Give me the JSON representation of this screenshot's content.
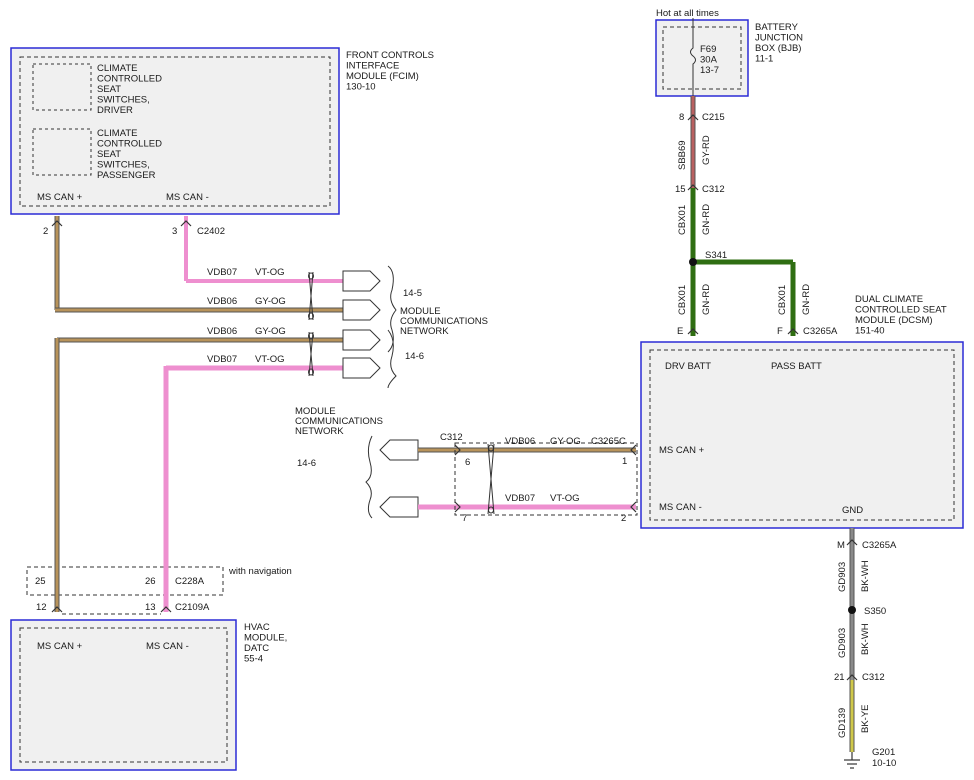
{
  "battery_supply": {
    "hot_label": "Hot at all times",
    "fuse_id": "F69",
    "fuse_rating": "30A",
    "fuse_ref": "13-7",
    "box_name": [
      "BATTERY",
      "JUNCTION",
      "BOX (BJB)"
    ],
    "box_ref": "11-1"
  },
  "fcim": {
    "name": [
      "FRONT CONTROLS",
      "INTERFACE",
      "MODULE (FCIM)"
    ],
    "ref": "130-10",
    "driver_switch": [
      "CLIMATE",
      "CONTROLLED",
      "SEAT",
      "SWITCHES,",
      "DRIVER"
    ],
    "passenger_switch": [
      "CLIMATE",
      "CONTROLLED",
      "SEAT",
      "SWITCHES,",
      "PASSENGER"
    ],
    "pin_can_plus": "MS CAN +",
    "pin_can_minus": "MS CAN -",
    "pin_2": "2",
    "pin_3": "3",
    "connector": "C2402"
  },
  "can_network_right": {
    "ref_a": "14-5",
    "name": [
      "MODULE",
      "COMMUNICATIONS",
      "NETWORK"
    ],
    "ref_b": "14-6"
  },
  "wires": {
    "vdb07_a": {
      "circuit": "VDB07",
      "color": "VT-OG"
    },
    "vdb06_a": {
      "circuit": "VDB06",
      "color": "GY-OG"
    },
    "vdb06_b": {
      "circuit": "VDB06",
      "color": "GY-OG"
    },
    "vdb07_b": {
      "circuit": "VDB07",
      "color": "VT-OG"
    },
    "vdb06_c": {
      "circuit": "VDB06",
      "color": "GY-OG"
    },
    "vdb07_c": {
      "circuit": "VDB07",
      "color": "VT-OG"
    }
  },
  "can_network_left": {
    "name": [
      "MODULE",
      "COMMUNICATIONS",
      "NETWORK"
    ],
    "ref": "14-6"
  },
  "c312_left": {
    "connector": "C312",
    "pin_6": "6",
    "pin_7": "7"
  },
  "c3265c": {
    "connector": "C3265C",
    "pin_1": "1",
    "pin_2": "2"
  },
  "power_feed": {
    "pin_8": "8",
    "c215": "C215",
    "sbb69": "SBB69",
    "sbb69_color": "GY-RD",
    "pin_15": "15",
    "c312": "C312",
    "cbx01": "CBX01",
    "cbx01_color": "GN-RD",
    "splice": "S341",
    "cbx01_e": "CBX01",
    "cbx01_e_color": "GN-RD",
    "cbx01_f": "CBX01",
    "cbx01_f_color": "GN-RD",
    "pin_e": "E",
    "pin_f": "F",
    "c3265a": "C3265A"
  },
  "dcsm": {
    "name": [
      "DUAL CLIMATE",
      "CONTROLLED SEAT",
      "MODULE (DCSM)"
    ],
    "ref": "151-40",
    "drv_batt": "DRV BATT",
    "pass_batt": "PASS BATT",
    "can_plus": "MS CAN +",
    "can_minus": "MS CAN -",
    "gnd": "GND"
  },
  "ground": {
    "pin_m": "M",
    "c3265a": "C3265A",
    "gd903_a": "GD903",
    "gd903_a_color": "BK-WH",
    "splice": "S350",
    "gd903_b": "GD903",
    "gd903_b_color": "BK-WH",
    "pin_21": "21",
    "c312": "C312",
    "gd139": "GD139",
    "gd139_color": "BK-YE",
    "g201": "G201",
    "g201_ref": "10-10"
  },
  "c228a": {
    "pin_25": "25",
    "pin_26": "26",
    "connector": "C228A",
    "note": "with navigation"
  },
  "c2109a": {
    "pin_12": "12",
    "pin_13": "13",
    "connector": "C2109A"
  },
  "hvac": {
    "name": [
      "HVAC",
      "MODULE,",
      "DATC"
    ],
    "ref": "55-4",
    "can_plus": "MS CAN +",
    "can_minus": "MS CAN -"
  },
  "colors": {
    "module_border": "#2b2bd6",
    "module_fill": "#f0f0f0",
    "gy_og": "#b8935a",
    "vt_og": "#ee8fcf",
    "gy_rd": "#b96060",
    "gn_rd": "#2f6e12",
    "bk_wh": "#8a8a8a",
    "bk_ye": "#cfc84a"
  }
}
